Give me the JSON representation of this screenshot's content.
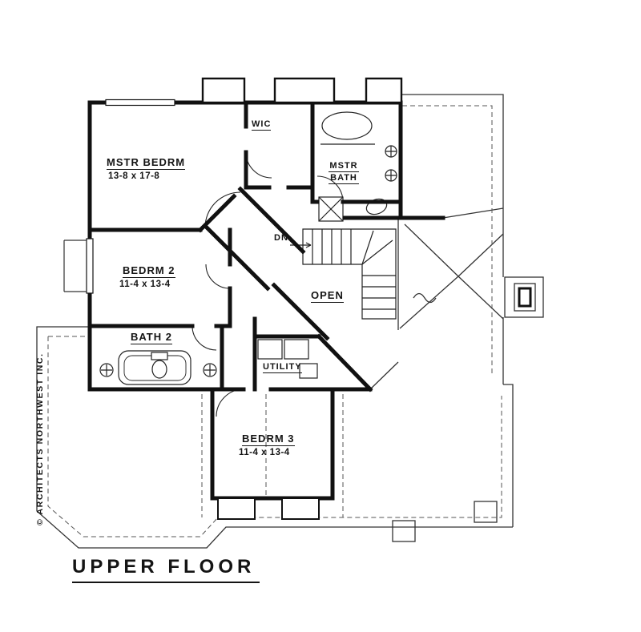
{
  "plan": {
    "title": "UPPER FLOOR",
    "copyright": "© ARCHITECTS NORTHWEST INC.",
    "labels": {
      "mstr_bedrm": {
        "name": "MSTR BEDRM",
        "dims": "13-8 x 17-8"
      },
      "wic": {
        "name": "WIC"
      },
      "mstr_bath": {
        "line1": "MSTR",
        "line2": "BATH"
      },
      "bedrm2": {
        "name": "BEDRM 2",
        "dims": "11-4 x 13-4"
      },
      "bath2": {
        "name": "BATH 2"
      },
      "utility": {
        "name": "UTILITY"
      },
      "open": {
        "name": "OPEN"
      },
      "stairs": {
        "dn": "DN"
      },
      "bedrm3": {
        "name": "BEDRM 3",
        "dims": "11-4 x 13-4"
      }
    },
    "colors": {
      "wall": "#111111",
      "thin": "#333333",
      "dashed": "#555555"
    }
  }
}
